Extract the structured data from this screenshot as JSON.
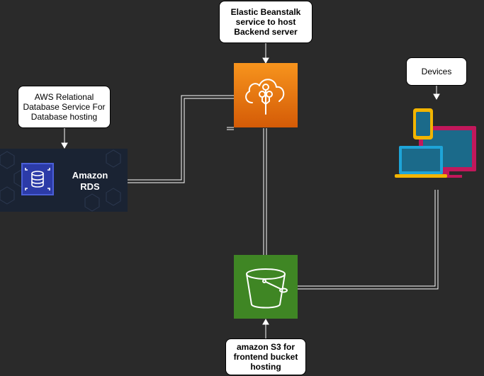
{
  "labels": {
    "beanstalk": "Elastic Beanstalk\nservice to host\nBackend server",
    "rds": "AWS Relational\nDatabase Service For\nDatabase hosting",
    "devices": "Devices",
    "s3": "amazon S3 for\nfrontend bucket\nhosting"
  },
  "rds_tile": {
    "line1": "Amazon",
    "line2": "RDS"
  },
  "icons": {
    "beanstalk": "elastic-beanstalk-icon",
    "rds": "rds-database-icon",
    "s3": "s3-bucket-icon",
    "devices": "devices-icon"
  },
  "colors": {
    "background": "#2a2a2a",
    "beanstalk_top": "#f7941d",
    "beanstalk_bottom": "#d45b07",
    "s3": "#3f8624",
    "rds": "#1a2333",
    "connector": "#ffffff"
  }
}
